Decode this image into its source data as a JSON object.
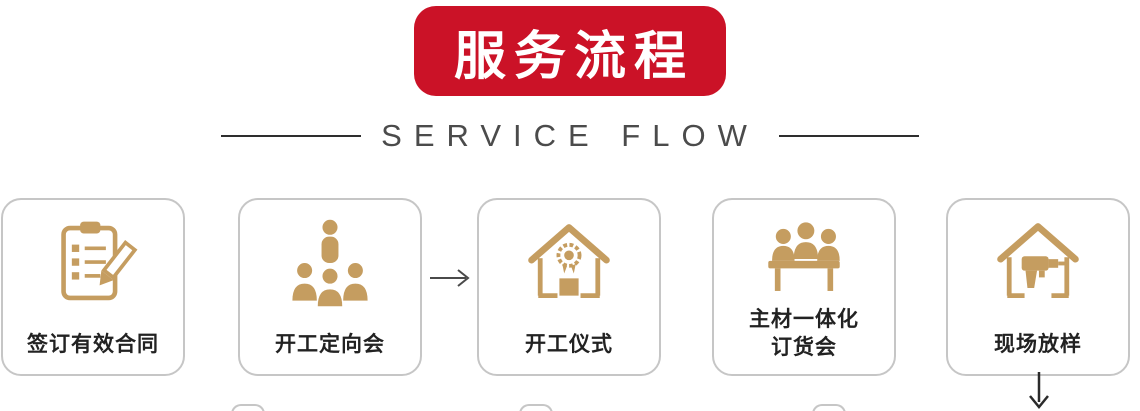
{
  "header": {
    "title": "服务流程",
    "subtitle": "SERVICE FLOW",
    "banner_color": "#CB1227"
  },
  "flow": {
    "icon_color": "#C59D60",
    "card_border_color": "#C6C6C6",
    "steps": [
      {
        "label": "签订有效合同",
        "icon": "contract-clipboard-icon"
      },
      {
        "label": "开工定向会",
        "icon": "kickoff-meeting-people-icon"
      },
      {
        "label": "开工仪式",
        "icon": "ceremony-house-medal-icon"
      },
      {
        "label": "主材一体化",
        "label2": "订货会",
        "icon": "material-ordering-meeting-icon"
      },
      {
        "label": "现场放样",
        "icon": "site-layout-house-drill-icon"
      }
    ]
  }
}
